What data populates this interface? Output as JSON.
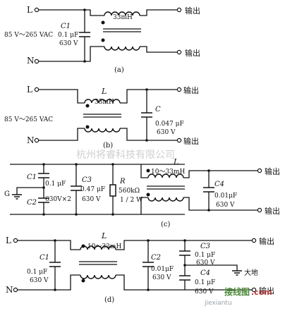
{
  "watermark": {
    "company": "杭州将睿科技有限公司",
    "site_cn": "接线图",
    "site_com": ".com",
    "site_url": "jiexiantu"
  },
  "circuit_a": {
    "line_label": "L",
    "neutral_label": "N",
    "input_voltage": "85 V～265 VAC",
    "cap_name": "C1",
    "cap_value": "0.1 μF",
    "cap_voltage": "630 V",
    "inductor_value": "33mH",
    "output_top": "输出",
    "output_bottom": "输出",
    "caption": "(a)"
  },
  "circuit_b": {
    "line_label": "L",
    "neutral_label": "N",
    "input_voltage": "85 V～265 VAC",
    "inductor_name": "L",
    "inductor_value": "33mH",
    "cap_name": "C",
    "cap_value": "0.047 μF",
    "cap_voltage": "630 V",
    "output_top": "输出",
    "output_bottom": "输出",
    "caption": "(b)"
  },
  "circuit_c": {
    "cap1_name": "C1",
    "cap12_value": "0.1 μF",
    "cap12_voltage": "630V×2",
    "cap2_name": "C2",
    "ground_label": "G",
    "cap3_name": "C3",
    "cap3_value": "0.47 μF",
    "cap3_voltage": "630 V",
    "resistor_name": "R",
    "resistor_value": "560kΩ",
    "resistor_power": "1 / 2 W",
    "inductor_name": "L",
    "inductor_value": "10～33mH",
    "cap4_name": "C4",
    "cap4_value": "0.01μF",
    "cap4_voltage": "630 V",
    "output_top": "输出",
    "output_bottom": "输出",
    "caption": "(c)"
  },
  "circuit_d": {
    "line_label": "L",
    "neutral_label": "N",
    "cap1_name": "C1",
    "cap1_value": "0.1 μF",
    "cap1_voltage": "630 V",
    "inductor_name": "L",
    "inductor_value": "10～33mH",
    "cap2_name": "C2",
    "cap2_value": "0.01μF",
    "cap2_voltage": "630 V",
    "cap3_name": "C3",
    "cap3_value": "0.1 μF",
    "cap3_voltage": "630 V",
    "cap4_name": "C4",
    "cap4_value": "0.1 μF",
    "cap4_voltage": "630 V",
    "earth_label": "大地",
    "output_top": "输出",
    "output_bottom": "输出",
    "caption": "(d)"
  }
}
